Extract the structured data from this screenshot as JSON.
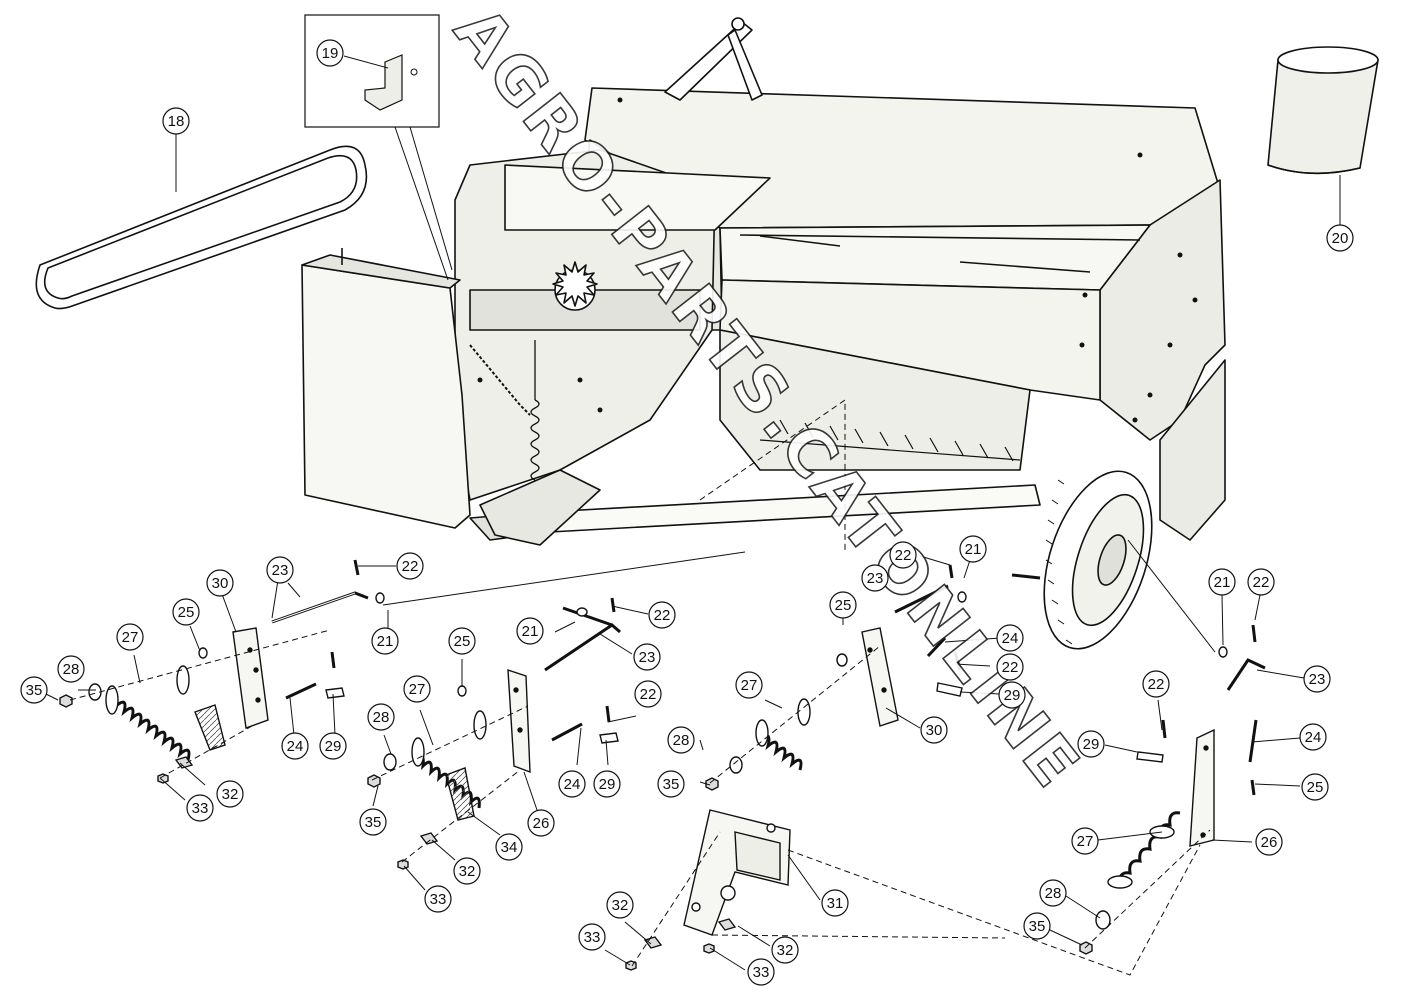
{
  "watermark": "AGRO-PARTS.CATONLINE",
  "callouts": [
    {
      "id": "c18",
      "label": "18"
    },
    {
      "id": "c19",
      "label": "19"
    },
    {
      "id": "c20",
      "label": "20"
    },
    {
      "id": "c22a",
      "label": "22"
    },
    {
      "id": "c23a",
      "label": "23"
    },
    {
      "id": "c30a",
      "label": "30"
    },
    {
      "id": "c21a",
      "label": "21"
    },
    {
      "id": "c25a",
      "label": "25"
    },
    {
      "id": "c27a",
      "label": "27"
    },
    {
      "id": "c28a",
      "label": "28"
    },
    {
      "id": "c35a",
      "label": "35"
    },
    {
      "id": "c24a",
      "label": "24"
    },
    {
      "id": "c29a",
      "label": "29"
    },
    {
      "id": "c32a",
      "label": "32"
    },
    {
      "id": "c33a",
      "label": "33"
    },
    {
      "id": "c21b",
      "label": "21"
    },
    {
      "id": "c22b",
      "label": "22"
    },
    {
      "id": "c25b",
      "label": "25"
    },
    {
      "id": "c23b",
      "label": "23"
    },
    {
      "id": "c27b",
      "label": "27"
    },
    {
      "id": "c28b",
      "label": "28"
    },
    {
      "id": "c22c",
      "label": "22"
    },
    {
      "id": "c35b",
      "label": "35"
    },
    {
      "id": "c24b",
      "label": "24"
    },
    {
      "id": "c29b",
      "label": "29"
    },
    {
      "id": "c26a",
      "label": "26"
    },
    {
      "id": "c34",
      "label": "34"
    },
    {
      "id": "c32b",
      "label": "32"
    },
    {
      "id": "c33b",
      "label": "33"
    },
    {
      "id": "c22d",
      "label": "22"
    },
    {
      "id": "c21c",
      "label": "21"
    },
    {
      "id": "c23c",
      "label": "23"
    },
    {
      "id": "c25c",
      "label": "25"
    },
    {
      "id": "c24c",
      "label": "24"
    },
    {
      "id": "c22e",
      "label": "22"
    },
    {
      "id": "c29c",
      "label": "29"
    },
    {
      "id": "c27c",
      "label": "27"
    },
    {
      "id": "c30b",
      "label": "30"
    },
    {
      "id": "c28c",
      "label": "28"
    },
    {
      "id": "c35c",
      "label": "35"
    },
    {
      "id": "c31",
      "label": "31"
    },
    {
      "id": "c32c",
      "label": "32"
    },
    {
      "id": "c33c",
      "label": "33"
    },
    {
      "id": "c32d",
      "label": "32"
    },
    {
      "id": "c33d",
      "label": "33"
    },
    {
      "id": "c21d",
      "label": "21"
    },
    {
      "id": "c22f",
      "label": "22"
    },
    {
      "id": "c23d",
      "label": "23"
    },
    {
      "id": "c22g",
      "label": "22"
    },
    {
      "id": "c29d",
      "label": "29"
    },
    {
      "id": "c24d",
      "label": "24"
    },
    {
      "id": "c25d",
      "label": "25"
    },
    {
      "id": "c26b",
      "label": "26"
    },
    {
      "id": "c27d",
      "label": "27"
    },
    {
      "id": "c28d",
      "label": "28"
    },
    {
      "id": "c35d",
      "label": "35"
    }
  ]
}
